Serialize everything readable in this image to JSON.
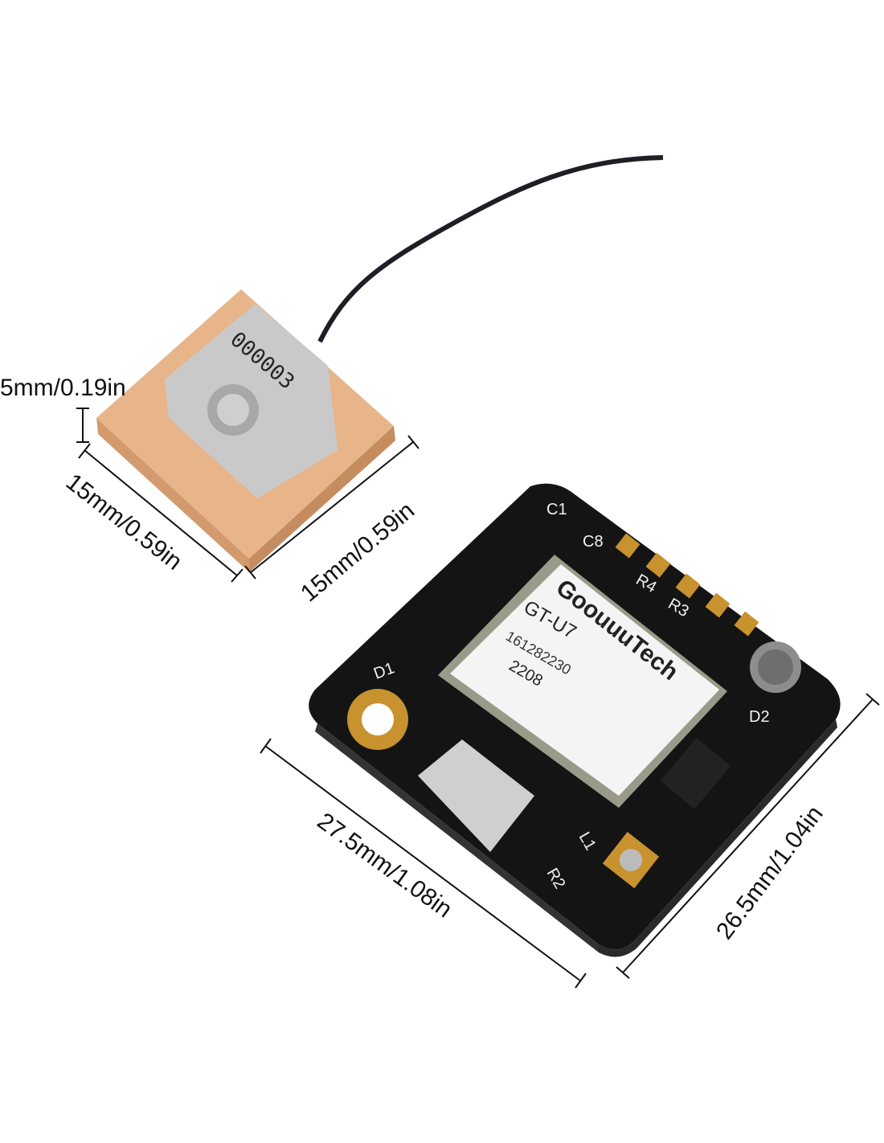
{
  "dimensions": {
    "antenna_height": "5mm/0.19in",
    "antenna_width": "15mm/0.59in",
    "antenna_depth": "15mm/0.59in",
    "board_width": "27.5mm/1.08in",
    "board_height": "26.5mm/1.04in"
  },
  "antenna": {
    "marking": "000003"
  },
  "module": {
    "brand": "GoouuuTech",
    "model": "GT-U7",
    "serial": "161282230",
    "date_code": "2208"
  },
  "board_labels": [
    "C1",
    "C8",
    "R4",
    "R3",
    "D1",
    "D2",
    "L1",
    "R2"
  ],
  "colors": {
    "pcb": "#141414",
    "antenna_body": "#e8b48a",
    "patch": "#c9c9c9",
    "gold": "#c8922e"
  }
}
